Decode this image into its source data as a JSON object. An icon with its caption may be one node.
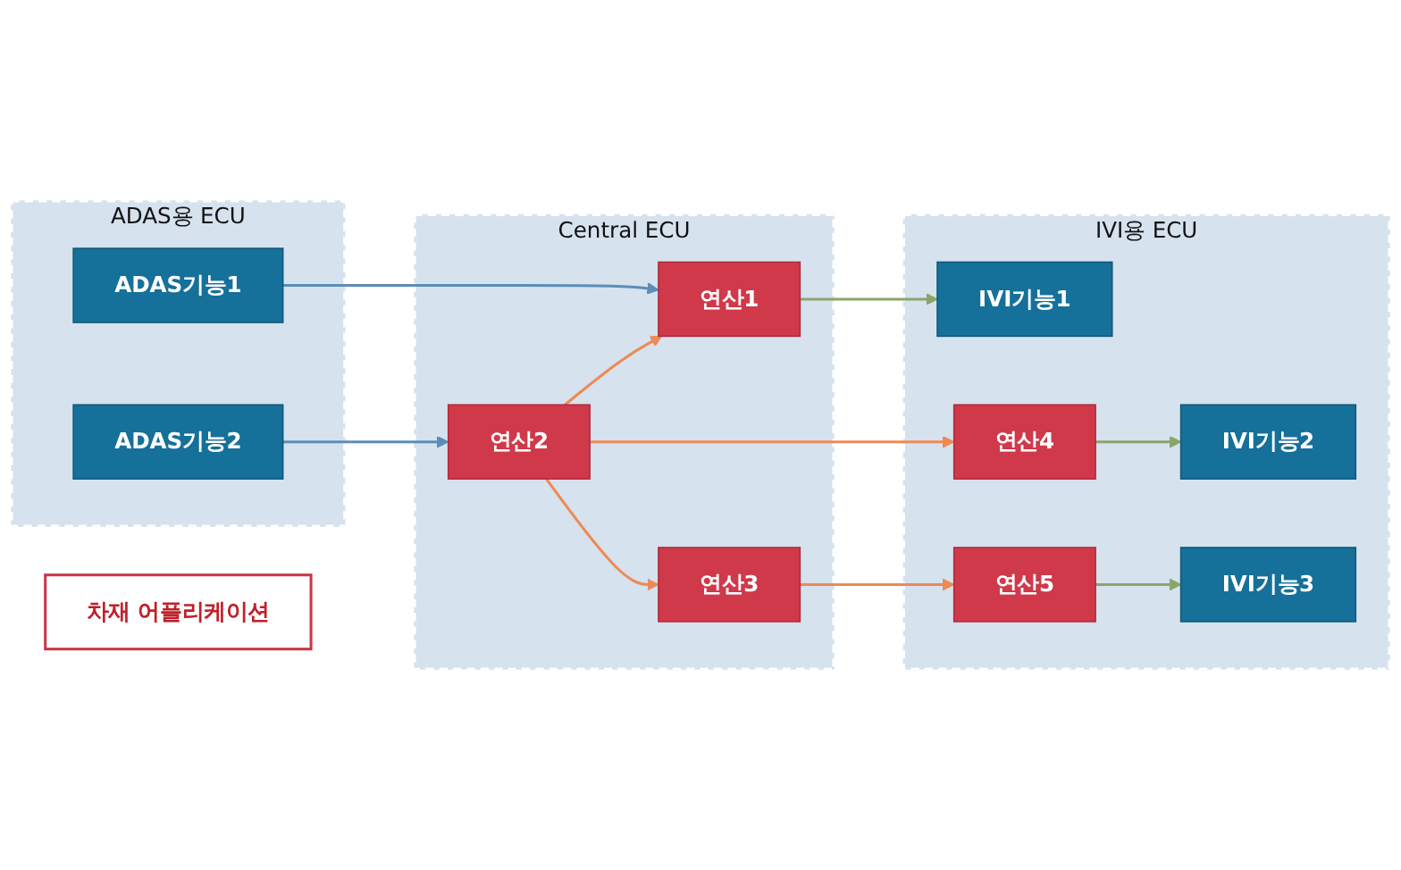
{
  "diagram": {
    "nodes": [
      {
        "text": [
          "ADAS용 ECU"
        ]
      },
      {
        "text": [
          "ADAS기능1"
        ],
        "in": 0
      },
      {
        "text": [
          "ADAS기능2"
        ],
        "in": 0
      },
      {
        "text": [
          "Central ECU"
        ]
      },
      {
        "text": [
          "연산1"
        ],
        "in": 3
      },
      {
        "text": [
          "연산2"
        ],
        "in": 3
      },
      {
        "text": [
          "연산3"
        ],
        "in": 3
      },
      {
        "text": [
          "IVI용 ECU"
        ]
      },
      {
        "text": [
          "IVI기능1"
        ],
        "in": 7
      },
      {
        "text": [
          "연산4"
        ],
        "in": 7
      },
      {
        "text": [
          "IVI기능2"
        ],
        "in": 7
      },
      {
        "text": [
          "연산5"
        ],
        "in": 7
      },
      {
        "text": [
          "IVI기능3"
        ],
        "in": 7
      },
      {
        "text": [
          "차재 어플리케이션"
        ]
      }
    ],
    "edges": [
      {
        "from": 1,
        "to": 4,
        "arrow": "to",
        "color": "#5b8db8"
      },
      {
        "from": 2,
        "to": 5,
        "arrow": "to",
        "color": "#5b8db8"
      },
      {
        "from": 5,
        "to": 4,
        "arrow": "to"
      },
      {
        "from": 5,
        "to": 9,
        "arrow": "to"
      },
      {
        "from": 5,
        "to": 6,
        "arrow": "to"
      },
      {
        "from": 6,
        "to": 11,
        "arrow": "to"
      },
      {
        "from": 4,
        "to": 8,
        "arrow": "to",
        "color": "#8aa56b"
      },
      {
        "from": 9,
        "to": 10,
        "arrow": "to",
        "color": "#8aa56b"
      },
      {
        "from": 11,
        "to": 12,
        "arrow": "to",
        "color": "#8aa56b"
      }
    ]
  }
}
